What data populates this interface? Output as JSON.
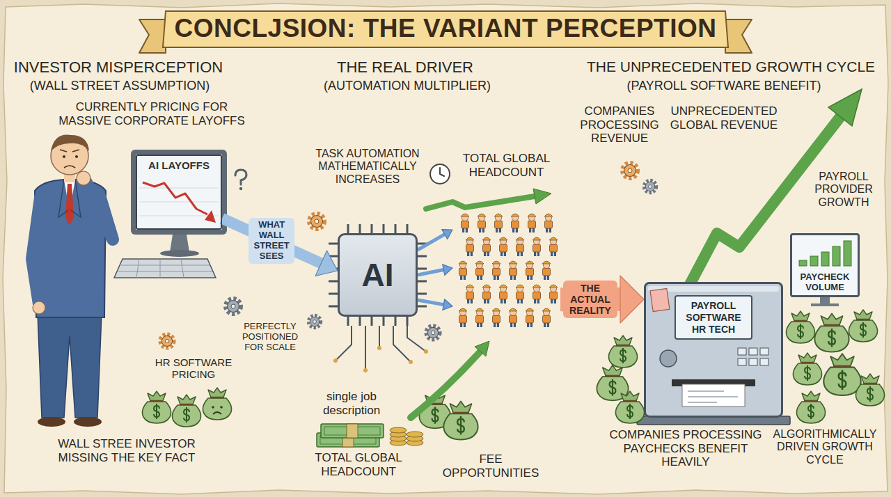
{
  "diagram": {
    "title": "CONCLJSION: THE VARIANT PERCEPTION",
    "nodes": [
      {
        "text": [
          "AI LAYOFFS"
        ]
      },
      {
        "text": [
          "AI"
        ]
      },
      {
        "text": [
          "TOTAL GLOBAL HEADCOUNT"
        ]
      },
      {
        "text": [
          "PAYROLL SOFTWARE HR TECH"
        ]
      },
      {
        "text": [
          "PAYCHECK VOLUME"
        ]
      }
    ],
    "edges": [
      {
        "from": 0,
        "to": 1,
        "arrow": "to",
        "label": "WHAT WALL STREET SEES"
      },
      {
        "from": 1,
        "to": 2,
        "arrow": "to"
      },
      {
        "from": 1,
        "to": 2,
        "arrow": "to"
      },
      {
        "from": 1,
        "to": 2,
        "arrow": "to"
      },
      {
        "from": 2,
        "to": 3,
        "arrow": "to",
        "label": "THE ACTUAL REALITY"
      }
    ],
    "labels": [
      "INVESTOR MISPERCEPTION",
      "(WALL STREET ASSUMPTION)",
      "THE REAL DRIVER",
      "(AUTOMATION MULTIPLIER)",
      "THE UNPRECEDENTED GROWTH CYCLE",
      "(PAYROLL SOFTWARE BENEFIT)",
      "CURRENTLY PRICING FOR MASSIVE CORPORATE LAYOFFS",
      "TASK AUTOMATION MATHEMATICALLY INCREASES",
      "COMPANIES PROCESSING REVENUE",
      "UNPRECEDENTED GLOBAL REVENUE",
      "PAYROLL PROVIDER GROWTH",
      "HR SOFTWARE PRICING",
      "PERFECTLY POSITIONED FOR SCALE",
      "single job description",
      "TOTAL GLOBAL HEADCOUNT",
      "FEE OPPORTUNITIES",
      "COMPANIES PROCESSING PAYCHECKS BENEFIT HEAVILY",
      "ALGORITHMICALLY DRIVEN GROWTH CYCLE",
      "WALL STREE INVESTOR MISSING THE KEY FACT"
    ]
  }
}
